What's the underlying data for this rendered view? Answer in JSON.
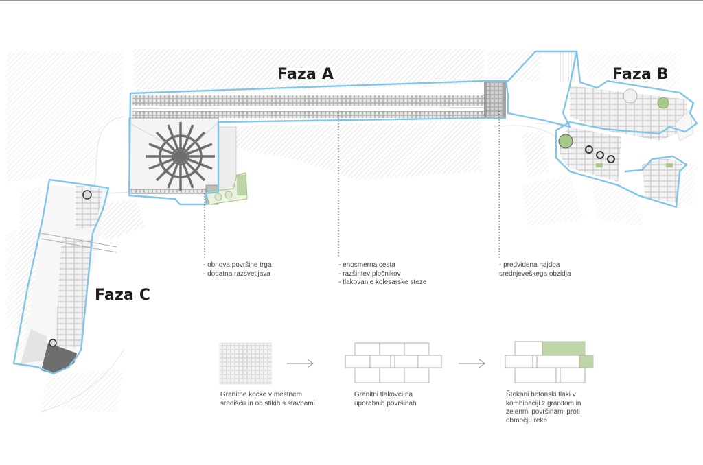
{
  "phases": {
    "a": "Faza A",
    "b": "Faza B",
    "c": "Faza C"
  },
  "notes": {
    "square": [
      "- obnova površine trga",
      "- dodatna razsvetljava"
    ],
    "street": [
      "- enosmerna cesta",
      "- razširitev pločnikov",
      "- tlakovanje kolesarske steze"
    ],
    "wall": [
      "- predvidena najdba",
      "srednjeveškega obzidja"
    ]
  },
  "legend": {
    "cobblestone": "Granitne kocke v mestnem središču in ob stikih s stavbami",
    "granite_slabs": "Granitni tlakovci na uporabnih površinah",
    "concrete_mix": "Štokani betonski tlaki v kombinaciji z granitom in zelenmi površinami proti območju reke"
  },
  "colors": {
    "phase_outline": "#7fc6e8",
    "green_area": "#a9c98a",
    "paving_dark": "#6e6e6e",
    "hatch": "#d9d9d9"
  }
}
